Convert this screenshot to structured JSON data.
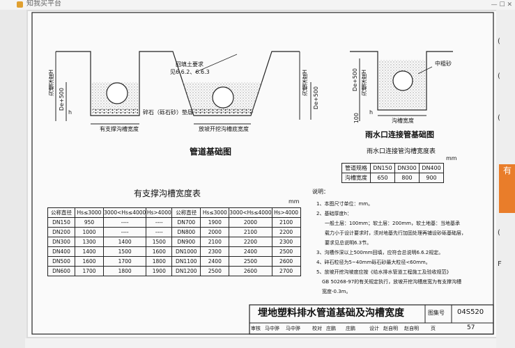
{
  "browser": {
    "tab_title": "知我买平台",
    "window_controls": "— ☐ ✕"
  },
  "sidebar_right": {
    "badge": "有",
    "side_letters": [
      "(",
      "(",
      "(",
      "(",
      "F"
    ]
  },
  "drawing": {
    "top_left_labels": {
      "depth_h": "沟槽深度H",
      "de500": "De+500",
      "h_small": "h",
      "backfill": "回填土要求",
      "backfill_ref": "见6.6.2、6.6.3",
      "gravel": "碎石（砾石砂）垫层",
      "width_supported": "有支撑沟槽宽度",
      "width_slope": "放坡开挖沟槽底宽度",
      "depth_h2": "沟槽深度H",
      "de500b": "De+500"
    },
    "right_labels": {
      "de500": "De+500",
      "depth_h": "沟槽深度H",
      "h_small": "h",
      "val100": "100",
      "medium_sand": "中粗砂",
      "width": "沟槽宽度"
    },
    "pipe_base_title": "管道基础图",
    "rain_title": "雨水口连接管基础图",
    "rain_table_title": "雨水口连接管沟槽宽度表",
    "rain_table_unit": "mm",
    "rain_table": {
      "rows": [
        [
          "管道规格",
          "DN150",
          "DN300",
          "DN400"
        ],
        [
          "沟槽宽度",
          "650",
          "800",
          "900"
        ]
      ]
    },
    "support_table_title": "有支撑沟槽宽度表",
    "support_table_unit": "mm",
    "support_table": {
      "header": [
        "公称直径",
        "Hs≤3000",
        "3000<Hs≤4000",
        "Hs>4000",
        "公称直径",
        "Hs≤3000",
        "3000<Hs≤4000",
        "Hs>4000"
      ],
      "rows": [
        [
          "DN150",
          "950",
          "----",
          "----",
          "DN700",
          "1900",
          "2000",
          "2100"
        ],
        [
          "DN200",
          "1000",
          "----",
          "----",
          "DN800",
          "2000",
          "2100",
          "2200"
        ],
        [
          "DN300",
          "1300",
          "1400",
          "1500",
          "DN900",
          "2100",
          "2200",
          "2300"
        ],
        [
          "DN400",
          "1400",
          "1500",
          "1600",
          "DN1000",
          "2300",
          "2400",
          "2500"
        ],
        [
          "DN500",
          "1600",
          "1700",
          "1800",
          "DN1100",
          "2400",
          "2500",
          "2600"
        ],
        [
          "DN600",
          "1700",
          "1800",
          "1900",
          "DN1200",
          "2500",
          "2600",
          "2700"
        ]
      ]
    },
    "notes": {
      "title": "说明：",
      "lines": [
        "1、本图尺寸单位：mm。",
        "2、基础厚度h：",
        "一般土层：100mm；软土层：200mm，软土地基：当地基承",
        "载力小于设计要求时，须对地基先行加固处理再铺设砂砾基础层，",
        "要求见总说明6.3节。",
        "3、沟槽作深以上500mm回填，应符合总说明6.6.2规定。",
        "4、碎石粒径为5~40mm砾石砂最大粒径<60mm。",
        "5、放坡开挖沟坡度应按《给水排水管道工程施工及验收规范》",
        "GB 50268-97的有关规定执行，放坡开挖沟槽底宽为有支撑沟槽",
        "宽度-0.3m。"
      ]
    },
    "title_block": {
      "main_title": "埋地塑料排水管道基础及沟槽宽度",
      "atlas_label": "图集号",
      "atlas_no": "04S520",
      "row": [
        "审核",
        "马中骅",
        "马中骅",
        "校对",
        "庄鹏",
        "庄鹏",
        "设计",
        "赵自明",
        "赵自明",
        "页"
      ],
      "page_no": "57"
    }
  }
}
